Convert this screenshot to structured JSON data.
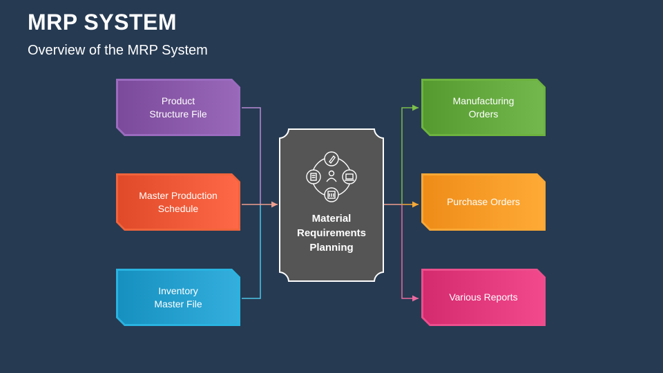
{
  "header": {
    "title": "MRP SYSTEM",
    "subtitle": "Overview of the MRP System"
  },
  "inputs": [
    {
      "label": "Product\nStructure File",
      "color": "#7b4a9a",
      "border": "#9a6bbf"
    },
    {
      "label": "Master Production\nSchedule",
      "color": "#e04a28",
      "border": "#f0643c"
    },
    {
      "label": "Inventory\nMaster File",
      "color": "#1590bf",
      "border": "#2ab3e0"
    }
  ],
  "center": {
    "label": "Material\nRequirements\nPlanning",
    "fill": "#555555",
    "icons": [
      "pencil-icon",
      "user-icon",
      "document-icon",
      "laptop-icon",
      "calendar-icon"
    ]
  },
  "outputs": [
    {
      "label": "Manufacturing\nOrders",
      "color": "#559a2f",
      "border": "#6db33f"
    },
    {
      "label": "Purchase Orders",
      "color": "#ef8c18",
      "border": "#f7a836"
    },
    {
      "label": "Various Reports",
      "color": "#d42a6e",
      "border": "#ec4e8c"
    }
  ]
}
